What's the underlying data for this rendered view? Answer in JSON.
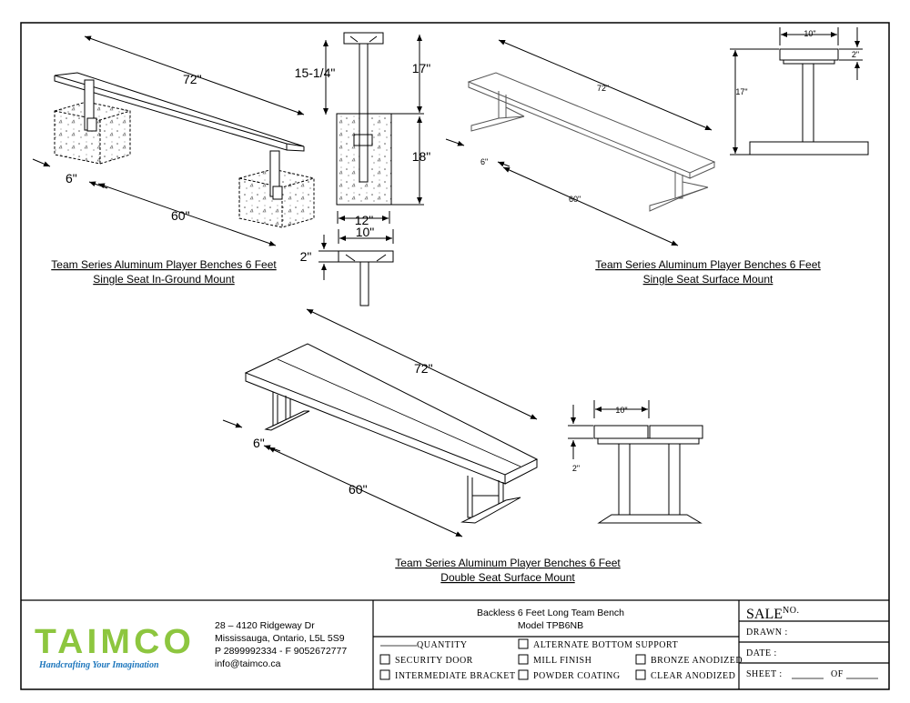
{
  "views": {
    "inground": {
      "dims": {
        "length": "72\"",
        "leg_offset": "6\"",
        "leg_span": "60\""
      },
      "caption_line1": "Team Series Aluminum Player Benches 6 Feet",
      "caption_line2": "Single Seat In-Ground Mount"
    },
    "inground_section": {
      "dims": {
        "depth_total": "15-1/4\"",
        "above": "17\"",
        "below": "18\"",
        "footing": "12\""
      }
    },
    "seat_section": {
      "dims": {
        "width": "10\"",
        "thickness": "2\""
      }
    },
    "surface_single": {
      "dims": {
        "length": "72\"",
        "leg_offset": "6\"",
        "leg_span": "60\""
      },
      "caption_line1": "Team Series Aluminum Player Benches 6 Feet",
      "caption_line2": "Single Seat Surface Mount"
    },
    "surface_single_end": {
      "dims": {
        "width": "10\"",
        "thickness": "2\"",
        "height": "17\""
      }
    },
    "surface_double": {
      "dims": {
        "length": "72\"",
        "leg_offset": "6\"",
        "leg_span": "60\""
      },
      "caption_line1": "Team Series Aluminum Player Benches 6 Feet",
      "caption_line2": "Double Seat Surface Mount"
    },
    "surface_double_end": {
      "dims": {
        "width": "10\"",
        "thickness": "2\""
      }
    }
  },
  "title_block": {
    "logo": {
      "text": "TAIMCO",
      "tagline": "Handcrafting Your Imagination",
      "colors": {
        "green": "#8dc63f",
        "blue": "#1b75bc"
      }
    },
    "address": {
      "line1": "28 – 4120 Ridgeway Dr",
      "line2": "Mississauga, Ontario, L5L 5S9",
      "line3": "P 2899992334 - F 9052672777",
      "line4": "info@taimco.ca"
    },
    "product": {
      "name": "Backless 6 Feet Long Team Bench",
      "model": "Model TPB6NB"
    },
    "options": {
      "quantity": "QUANTITY",
      "security_door": "SECURITY DOOR",
      "intermediate_bracket": "INTERMEDIATE BRACKET",
      "alternate_bottom_support": "ALTERNATE BOTTOM SUPPORT",
      "mill_finish": "MILL FINISH",
      "powder_coating": "POWDER COATING",
      "bronze_anodized": "BRONZE ANODIZED",
      "clear_anodized": "CLEAR ANODIZED"
    },
    "meta": {
      "sale": "SALE",
      "no": "NO.",
      "drawn": "DRAWN :",
      "date": "DATE :",
      "sheet": "SHEET :",
      "of": "OF"
    }
  }
}
